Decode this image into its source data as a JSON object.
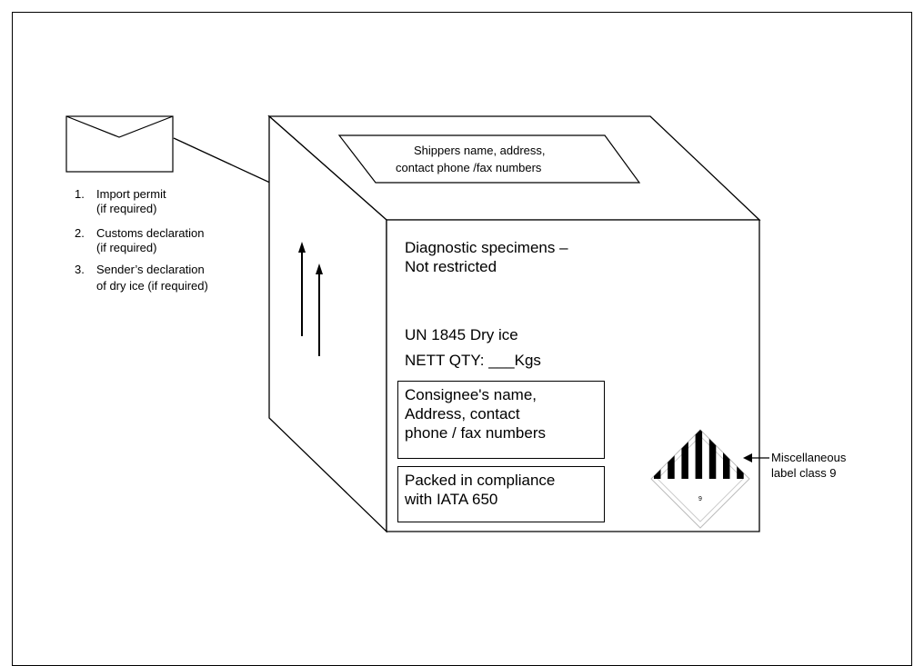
{
  "envelope": {
    "items": [
      {
        "num": "1.",
        "lines": [
          "Import permit",
          "(if required)"
        ]
      },
      {
        "num": "2.",
        "lines": [
          "Customs declaration",
          "(if required)"
        ]
      },
      {
        "num": "3.",
        "lines": [
          "Sender’s declaration",
          "of dry ice (if required)"
        ]
      }
    ]
  },
  "top_label": {
    "line1": "Shippers name, address,",
    "line2": "contact phone /fax numbers"
  },
  "front": {
    "diag_line1": "Diagnostic specimens –",
    "diag_line2": "Not restricted",
    "un_line": "UN 1845 Dry ice",
    "nett_line": "NETT QTY:  ___Kgs",
    "consignee": {
      "line1": "Consignee's name,",
      "line2": "Address, contact",
      "line3": "phone / fax numbers"
    },
    "packed": {
      "line1": "Packed in compliance",
      "line2": "with IATA 650"
    }
  },
  "hazard_label": {
    "class_number": "9",
    "caption_line1": "Miscellaneous",
    "caption_line2": "label class 9"
  }
}
